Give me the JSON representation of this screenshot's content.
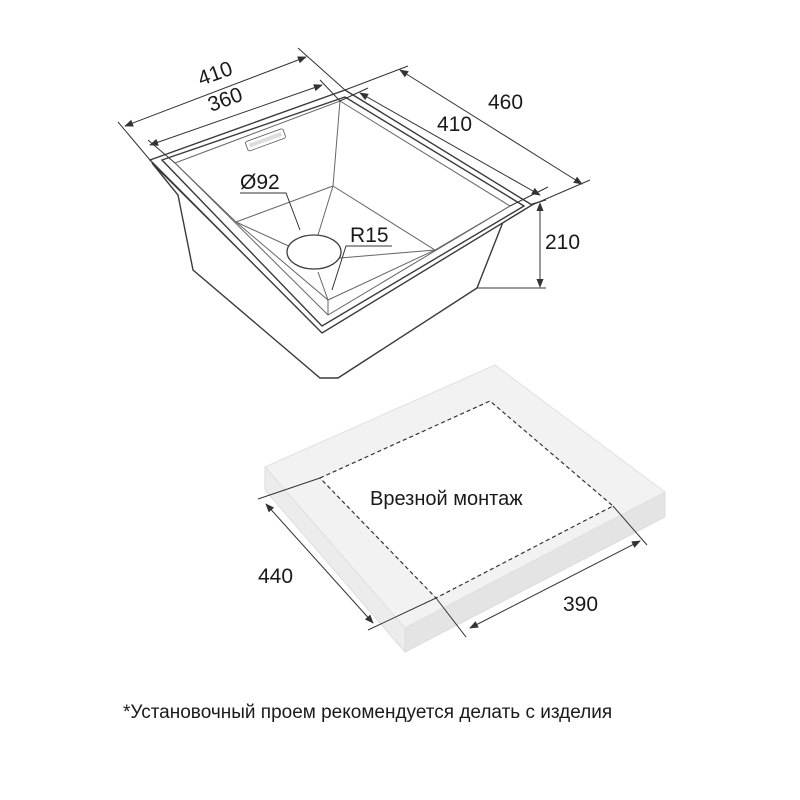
{
  "sink": {
    "dim_outer_width": "410",
    "dim_inner_width": "360",
    "dim_outer_depth": "460",
    "dim_inner_depth": "410",
    "dim_height": "210",
    "dim_drain": "Ø92",
    "dim_radius": "R15"
  },
  "cutout": {
    "label": "Врезной монтаж",
    "dim_depth": "440",
    "dim_width": "390"
  },
  "footnote": "*Установочный проем рекомендуется делать с изделия",
  "colors": {
    "line": "#333333",
    "countertop_top": "#f2f2f2",
    "countertop_side": "#e8e8e8",
    "text": "#1a1a1a"
  }
}
